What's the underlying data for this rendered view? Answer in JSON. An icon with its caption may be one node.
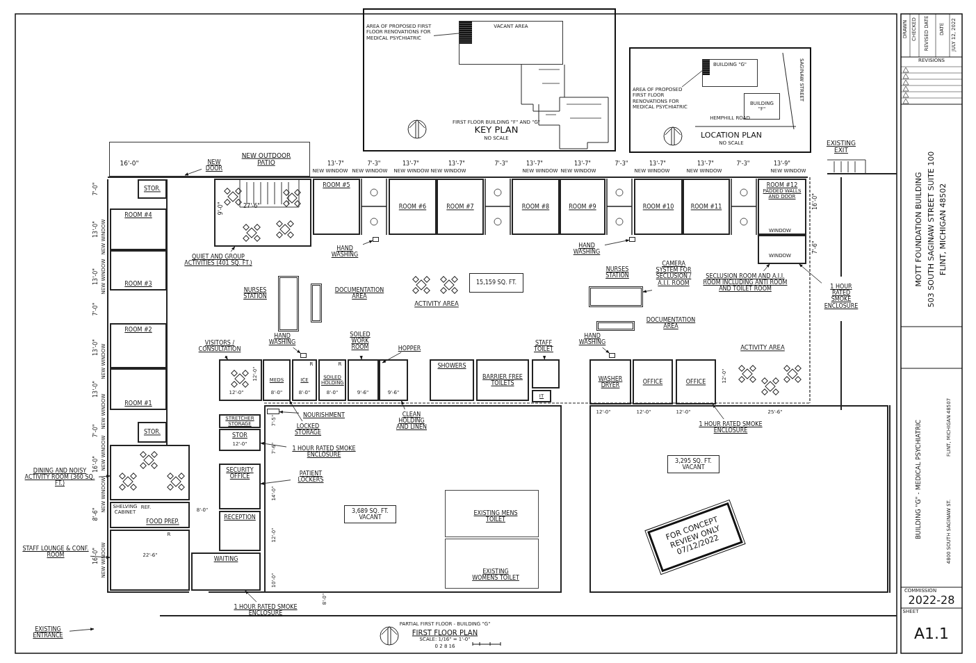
{
  "diagram": {
    "nodes": [
      {
        "text": [
          "FIRST FLOOR BUILDING \"F\" AND \"G\"",
          "KEY PLAN",
          "NO SCALE"
        ]
      },
      {
        "text": [
          "AREA OF PROPOSED FIRST FLOOR RENOVATIONS FOR MEDICAL PSYCHIATRIC"
        ],
        "in": 0
      },
      {
        "text": [
          "VACANT AREA"
        ],
        "in": 0
      },
      {
        "text": [],
        "shape": "box",
        "in": 2
      },
      {
        "text": [
          "LOCATION PLAN",
          "NO SCALE"
        ]
      },
      {
        "text": [
          "AREA OF PROPOSED FIRST FLOOR RENOVATIONS FOR MEDICAL PSYCHIATRIC"
        ],
        "in": 4
      },
      {
        "text": [
          "BUILDING \"G\""
        ],
        "in": 4
      },
      {
        "text": [],
        "shape": "box",
        "in": 6
      },
      {
        "text": [
          "BUILDING \"F\""
        ],
        "in": 4
      },
      {
        "text": [
          "NEW OUTDOOR PATIO"
        ]
      },
      {
        "text": [
          "NEW DOOR"
        ],
        "in": 9
      },
      {
        "text": [
          "STOR."
        ]
      },
      {
        "text": [
          "ROOM #4"
        ]
      },
      {
        "text": [
          "ROOM #3"
        ]
      },
      {
        "text": [
          "ROOM #2"
        ]
      },
      {
        "text": [
          "ROOM #1"
        ]
      },
      {
        "text": [
          "STOR."
        ]
      },
      {
        "text": [],
        "shape": "box"
      },
      {
        "text": [
          "DINING AND NOISY ACTIVITY ROOM (360 SQ. FT.)"
        ]
      },
      {
        "text": [
          "FOOD PREP."
        ]
      },
      {
        "text": [],
        "shape": "box"
      },
      {
        "text": [
          "STAFF LOUNGE & CONF. ROOM"
        ]
      },
      {
        "text": [],
        "shape": "box"
      },
      {
        "text": [
          "QUIET AND GROUP ACTIVITIES (401 SQ. FT.)"
        ]
      },
      {
        "text": [
          "ROOM #5"
        ]
      },
      {
        "text": [
          "ROOM #6"
        ]
      },
      {
        "text": [
          "ROOM #7"
        ]
      },
      {
        "text": [
          "ROOM #8"
        ]
      },
      {
        "text": [
          "ROOM #9"
        ]
      },
      {
        "text": [
          "ROOM #10"
        ]
      },
      {
        "text": [
          "ROOM #11"
        ]
      },
      {
        "text": [
          "ROOM #12",
          "PADDED WALLS AND DOOR"
        ]
      },
      {
        "text": [
          "HAND WASHING"
        ]
      },
      {
        "text": [
          "HAND WASHING"
        ]
      },
      {
        "text": [],
        "shape": "box",
        "beside": [
          "NURSES STATION"
        ]
      },
      {
        "text": [],
        "shape": "box",
        "beside": [
          "DOCUMENTATION AREA"
        ]
      },
      {
        "text": [
          "15,159 SQ. FT."
        ]
      },
      {
        "text": [],
        "shape": "box",
        "beside": [
          "NURSES STATION"
        ]
      },
      {
        "text": [
          "CAMERA SYSTEM FOR SECLUSION / A.I.I. ROOM"
        ]
      },
      {
        "text": [
          "SECLUSION ROOM AND A.I.I. ROOM INCLUDING ANTI ROOM AND TOILET ROOM"
        ]
      },
      {
        "text": [],
        "shape": "box",
        "beside": [
          "DOCUMENTATION AREA"
        ]
      },
      {
        "text": [
          "1 HOUR RATED SMOKE ENCLOSURE"
        ]
      },
      {
        "text": [],
        "shape": "box"
      },
      {
        "text": [],
        "shape": "box"
      },
      {
        "text": [],
        "shape": "box"
      },
      {
        "text": [
          "VISITORS / CONSULTATION"
        ]
      },
      {
        "text": [
          "HAND WASHING"
        ]
      },
      {
        "text": [
          "MEDS"
        ]
      },
      {
        "text": [
          "ICE"
        ]
      },
      {
        "text": [
          "SOILED HOLDING"
        ]
      },
      {
        "text": [],
        "shape": "box"
      },
      {
        "text": [
          "SOILED WORK ROOM"
        ]
      },
      {
        "text": [
          "HOPPER"
        ]
      },
      {
        "text": [],
        "shape": "box"
      },
      {
        "text": [
          "CLEAN HOLDING AND LINEN"
        ],
        "in": 42
      },
      {
        "text": [
          "SHOWERS"
        ]
      },
      {
        "text": [
          "BARRIER FREE TOILETS"
        ]
      },
      {
        "text": [],
        "shape": "box"
      },
      {
        "text": [
          "STAFF TOILET"
        ]
      },
      {
        "text": [
          "IT"
        ]
      },
      {
        "text": [
          "HAND WASHING"
        ]
      },
      {
        "text": [
          "WASHER DRYER"
        ]
      },
      {
        "text": [
          "OFFICE"
        ]
      },
      {
        "text": [
          "OFFICE"
        ]
      },
      {
        "text": [
          "NOURISHMENT"
        ],
        "in": 42
      },
      {
        "text": [
          "LOCKED STORAGE"
        ],
        "in": 42
      },
      {
        "text": [
          "STRETCHER STORAGE"
        ]
      },
      {
        "text": [
          "STOR"
        ]
      },
      {
        "text": [
          "1 HOUR RATED SMOKE ENCLOSURE"
        ],
        "in": 42
      },
      {
        "text": [
          "SECURITY OFFICE"
        ]
      },
      {
        "text": [
          "PATIENT LOCKERS"
        ],
        "in": 42
      },
      {
        "text": [
          "RECEPTION"
        ]
      },
      {
        "text": [
          "WAITING"
        ]
      },
      {
        "text": [
          "3,689 SQ. FT. VACANT"
        ],
        "in": 42
      },
      {
        "text": [
          "EXISTING MENS TOILET"
        ],
        "in": 42
      },
      {
        "text": [
          "EXISTING WOMENS TOILET"
        ],
        "in": 42
      },
      {
        "text": [
          "3,295 SQ. FT. VACANT"
        ],
        "in": 43
      },
      {
        "text": [
          "FOR CONCEPT REVIEW ONLY 07/12/2022"
        ],
        "in": 43
      },
      {
        "text": [
          "1 HOUR RATED SMOKE ENCLOSURE"
        ],
        "in": 43
      },
      {
        "text": [
          "1 HOUR RATED SMOKE ENCLOSURE"
        ]
      },
      {
        "text": [
          "EXISTING ENTRANCE"
        ]
      },
      {
        "text": [],
        "shape": "box"
      },
      {
        "text": [],
        "shape": "box"
      },
      {
        "text": [],
        "shape": "box"
      },
      {
        "text": [],
        "shape": "box"
      },
      {
        "text": [],
        "shape": "box",
        "in": 42
      },
      {
        "text": [],
        "shape": "box"
      }
    ],
    "edges": [
      {
        "from": 1,
        "to": 3,
        "arrow": "none"
      },
      {
        "from": 5,
        "to": 7,
        "arrow": "none"
      },
      {
        "from": 10,
        "to": null,
        "arrow": "to"
      },
      {
        "from": 18,
        "to": 17,
        "arrow": "to"
      },
      {
        "from": 21,
        "to": 20,
        "arrow": "to"
      },
      {
        "from": 23,
        "to": 22,
        "arrow": "to"
      },
      {
        "from": 32,
        "to": 81,
        "arrow": "to"
      },
      {
        "from": 33,
        "to": 82,
        "arrow": "to"
      },
      {
        "from": 38,
        "to": 37,
        "arrow": "to"
      },
      {
        "from": 39,
        "to": 86,
        "arrow": "to"
      },
      {
        "from": 41,
        "to": 86,
        "arrow": "to"
      },
      {
        "from": 45,
        "to": 44,
        "arrow": "to"
      },
      {
        "from": 46,
        "to": 83,
        "arrow": "to"
      },
      {
        "from": 51,
        "to": 50,
        "arrow": "to"
      },
      {
        "from": 52,
        "to": null,
        "arrow": "to"
      },
      {
        "from": 54,
        "to": 53,
        "arrow": "to"
      },
      {
        "from": 58,
        "to": 57,
        "arrow": "to"
      },
      {
        "from": 60,
        "to": 84,
        "arrow": "to"
      },
      {
        "from": 64,
        "to": 85,
        "arrow": "to"
      },
      {
        "from": 65,
        "to": 47,
        "arrow": "to"
      },
      {
        "from": 68,
        "to": 67,
        "arrow": "to"
      },
      {
        "from": 70,
        "to": 69,
        "arrow": "to"
      },
      {
        "from": 78,
        "to": 63,
        "arrow": "to"
      },
      {
        "from": 79,
        "to": 72,
        "arrow": "to"
      },
      {
        "from": 80,
        "to": null,
        "arrow": "to"
      }
    ],
    "labels": [
      "DRAWN",
      "CHECKED",
      "REVISED DATE",
      "DATE",
      "JULY 12, 2022",
      "REVISIONS",
      "MOTT FOUNDATION BUILDING",
      "503 SOUTH SAGINAW STREET SUITE 100",
      "FLINT, MICHIGAN 48502",
      "BUILDING \"G\" - MEDICAL PSYCHIATRIC",
      "4800 SOUTH SAGINAW ST.",
      "FLINT, MICHIGAN 48507",
      "COMMISSION",
      "2022-28",
      "SHEET",
      "A1.1",
      "SAGINAW STREET",
      "HEMPHILL ROAD",
      "EXISTING EXIT",
      "16'-0\"",
      "13'-7\"",
      "7'-3\"",
      "13'-7\"",
      "13'-7\"",
      "7'-3\"",
      "13'-7\"",
      "13'-7\"",
      "7'-3\"",
      "13'-7\"",
      "13'-7\"",
      "7'-3\"",
      "13'-9\"",
      "NEW WINDOW",
      "NEW WINDOW",
      "NEW WINDOW",
      "NEW WINDOW",
      "NEW WINDOW",
      "NEW WINDOW",
      "NEW WINDOW",
      "NEW WINDOW",
      "NEW WINDOW",
      "7'-0\"",
      "13'-0\"",
      "13'-0\"",
      "7'-0\"",
      "13'-0\"",
      "13'-0\"",
      "7'-0\"",
      "16'-0\"",
      "8'-6\"",
      "16'-0\"",
      "NEW WINDOW",
      "NEW WINDOW",
      "NEW WINDOW",
      "NEW WINDOW",
      "NEW WINDOW",
      "NEW WINDOW",
      "NEW WINDOW",
      "9'-0\"",
      "27'-6\"",
      "WINDOW",
      "WINDOW",
      "16'-0\"",
      "7'-6\"",
      "ACTIVITY AREA",
      "ACTIVITY AREA",
      "12'-0\"",
      "12'-0\"",
      "8'-0\"",
      "8'-0\"",
      "8'-0\"",
      "R",
      "R",
      "9'-6\"",
      "9'-6\"",
      "12'-0\"",
      "12'-0\"",
      "12'-0\"",
      "12'-0\"",
      "25'-6\"",
      "12'-0\"",
      "7'-5\"",
      "7'-6\"",
      "14'-0\"",
      "12'-0\"",
      "10'-0\"",
      "SHELVING CABINET",
      "REF.",
      "8'-0\"",
      "R",
      "22'-6\"",
      "8'-0\"",
      "PARTIAL FIRST FLOOR - BUILDING \"G\"",
      "FIRST FLOOR PLAN",
      "SCALE: 1/16\" = 1'-0\"",
      "0 2 8 16"
    ]
  }
}
